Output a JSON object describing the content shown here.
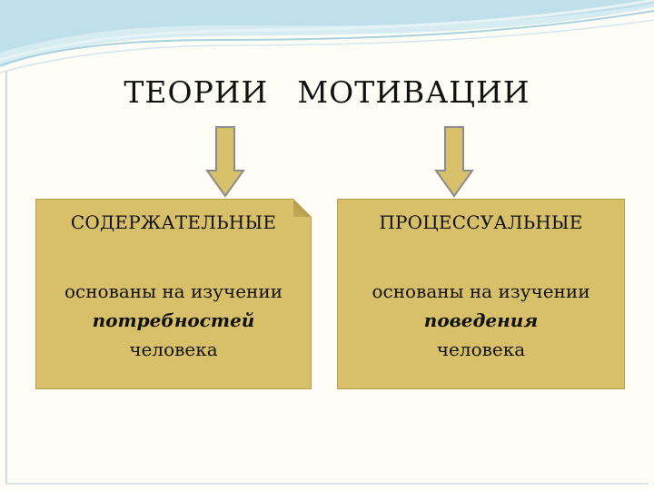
{
  "slide": {
    "title_word1": "ТЕОРИИ",
    "title_word2": "МОТИВАЦИИ",
    "colors": {
      "box_fill": "#d8c06a",
      "arrow_fill": "#d8c06a",
      "header_wave": "#bfe0ea"
    },
    "left_box": {
      "heading": "СОДЕРЖАТЕЛЬНЫЕ",
      "line1": "основаны на изучении",
      "emphasis": "потребностей",
      "line3": "человека"
    },
    "right_box": {
      "heading": "ПРОЦЕССУАЛЬНЫЕ",
      "line1": "основаны на изучении",
      "emphasis": "поведения",
      "line3": "человека"
    }
  }
}
